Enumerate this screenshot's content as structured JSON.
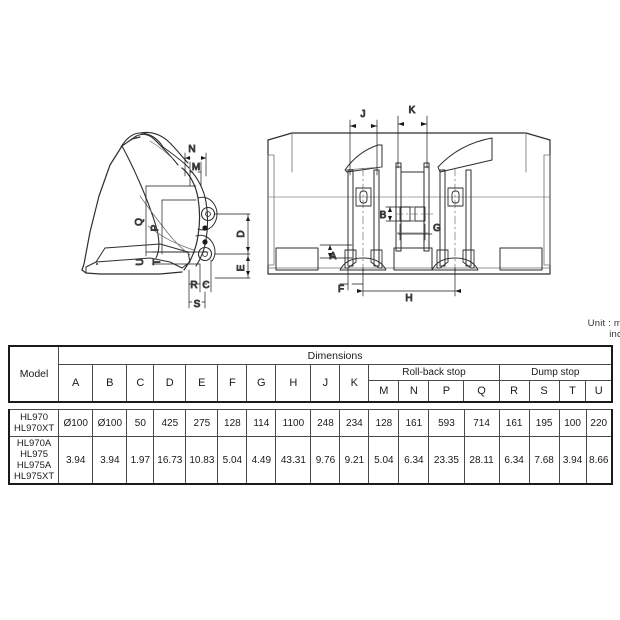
{
  "units": {
    "line1": "Unit : m",
    "line2": "inc"
  },
  "drawings": {
    "side_view": {
      "name": "loader-bucket-side-view",
      "dimension_labels": [
        "N",
        "M",
        "Q",
        "P",
        "U",
        "T",
        "D",
        "E",
        "R",
        "C",
        "S"
      ]
    },
    "front_view": {
      "name": "loader-bucket-front-view",
      "dimension_labels": [
        "J",
        "K",
        "B",
        "G",
        "A",
        "F",
        "H"
      ]
    }
  },
  "table": {
    "model_header": "Model",
    "dimensions_header": "Dimensions",
    "group_rollback": "Roll-back stop",
    "group_dump": "Dump stop",
    "letters": [
      "A",
      "B",
      "C",
      "D",
      "E",
      "F",
      "G",
      "H",
      "J",
      "K",
      "M",
      "N",
      "P",
      "Q",
      "R",
      "S",
      "T",
      "U"
    ],
    "models_metric": "HL970\nHL970XT",
    "models_inch": "HL970A\nHL975\nHL975A\nHL975XT",
    "row_metric": [
      "Ø100",
      "Ø100",
      "50",
      "425",
      "275",
      "128",
      "114",
      "1100",
      "248",
      "234",
      "128",
      "161",
      "593",
      "714",
      "161",
      "195",
      "100",
      "220"
    ],
    "row_inch": [
      "3.94",
      "3.94",
      "1.97",
      "16.73",
      "10.83",
      "5.04",
      "4.49",
      "43.31",
      "9.76",
      "9.21",
      "5.04",
      "6.34",
      "23.35",
      "28.11",
      "6.34",
      "7.68",
      "3.94",
      "8.66"
    ],
    "fill_color_inch": "#fadcc8"
  }
}
